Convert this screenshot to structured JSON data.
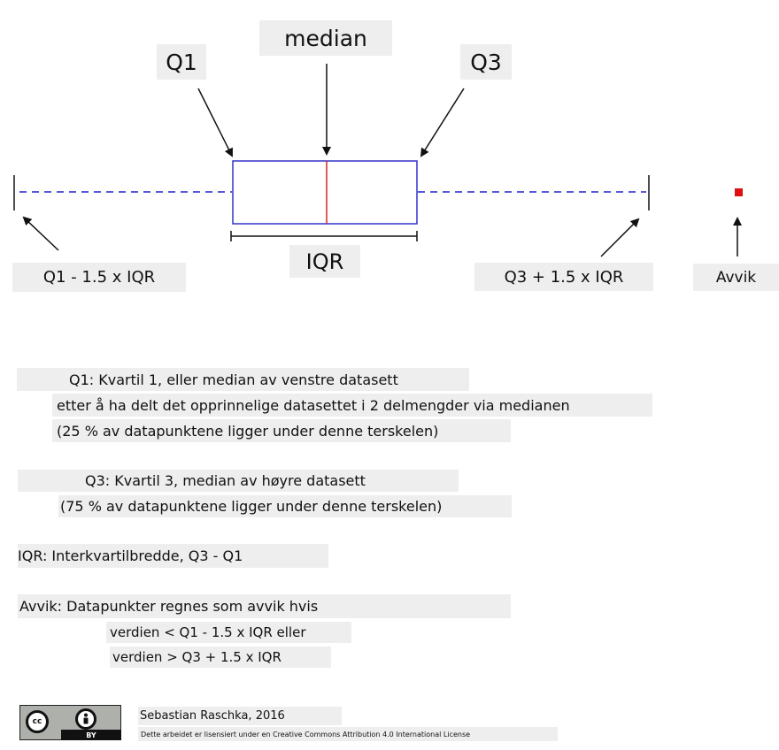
{
  "diagram": {
    "labels": {
      "median": "median",
      "q1": "Q1",
      "q3": "Q3",
      "iqr": "IQR",
      "lower_whisker": "Q1 - 1.5 x IQR",
      "upper_whisker": "Q3 + 1.5 x IQR",
      "outlier": "Avvik"
    },
    "colors": {
      "box": "#3333cc",
      "median_line": "#dd2222",
      "whisker": "#2222cc",
      "outlier": "#dd1111"
    }
  },
  "explanations": {
    "q1_line1": "Q1: Kvartil 1, eller median av venstre datasett",
    "q1_line2": "etter å ha delt det opprinnelige datasettet i 2 delmengder via medianen",
    "q1_line3": "(25 % av datapunktene ligger under denne terskelen)",
    "q3_line1": "Q3: Kvartil 3, median av høyre datasett",
    "q3_line2": "(75 % av datapunktene ligger under denne terskelen)",
    "iqr_line": "IQR: Interkvartilbredde, Q3 - Q1",
    "outlier_line1": "Avvik: Datapunkter regnes som avvik hvis",
    "outlier_line2": "verdien < Q1 - 1.5 x IQR eller",
    "outlier_line3": "verdien > Q3 + 1.5 x IQR"
  },
  "footer": {
    "author": "Sebastian Raschka, 2016",
    "license": "Dette arbeidet er lisensiert under en Creative Commons Attribution 4.0 International License",
    "badge_cc": "cc",
    "badge_by": "BY",
    "badge_icon": "creative-commons-by-icon"
  }
}
